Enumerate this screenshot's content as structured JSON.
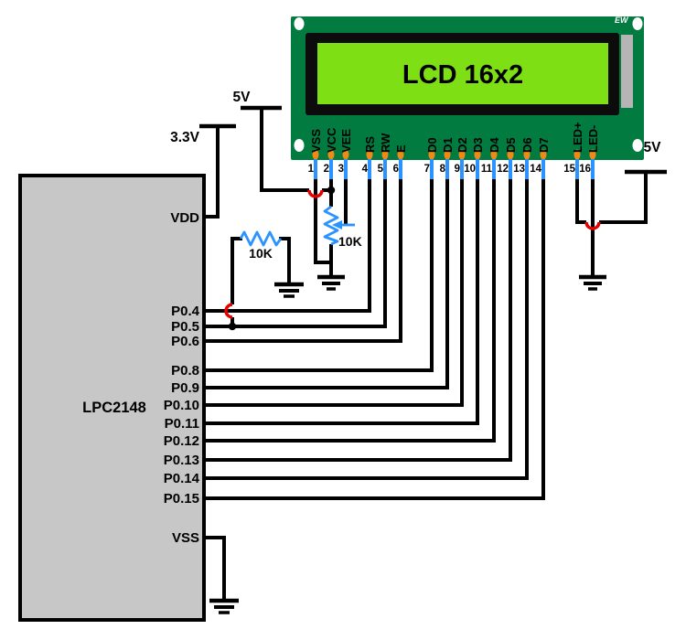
{
  "lcd": {
    "title": "LCD 16x2",
    "corner_label": "EW",
    "pins": [
      {
        "number": "1",
        "name": "VSS"
      },
      {
        "number": "2",
        "name": "VCC"
      },
      {
        "number": "3",
        "name": "VEE"
      },
      {
        "number": "4",
        "name": "RS"
      },
      {
        "number": "5",
        "name": "RW"
      },
      {
        "number": "6",
        "name": "E"
      },
      {
        "number": "7",
        "name": "D0"
      },
      {
        "number": "8",
        "name": "D1"
      },
      {
        "number": "9",
        "name": "D2"
      },
      {
        "number": "10",
        "name": "D3"
      },
      {
        "number": "11",
        "name": "D4"
      },
      {
        "number": "12",
        "name": "D5"
      },
      {
        "number": "13",
        "name": "D6"
      },
      {
        "number": "14",
        "name": "D7"
      },
      {
        "number": "15",
        "name": "LED+"
      },
      {
        "number": "16",
        "name": "LED-"
      }
    ]
  },
  "chip": {
    "label": "LPC2148",
    "pins": [
      {
        "label": "VDD"
      },
      {
        "label": "P0.4"
      },
      {
        "label": "P0.5"
      },
      {
        "label": "P0.6"
      },
      {
        "label": "P0.8"
      },
      {
        "label": "P0.9"
      },
      {
        "label": "P0.10"
      },
      {
        "label": "P0.11"
      },
      {
        "label": "P0.12"
      },
      {
        "label": "P0.13"
      },
      {
        "label": "P0.14"
      },
      {
        "label": "P0.15"
      },
      {
        "label": "VSS"
      }
    ]
  },
  "power": {
    "rail_33": "3.3V",
    "rail_5_left": "5V",
    "rail_5_right": "5V"
  },
  "components": {
    "pulldown_resistor_value": "10K",
    "contrast_pot_value": "10K"
  },
  "connections": [
    "VDD-3.3V",
    "VSS(chip)-GND",
    "LCD1 VSS-GND",
    "LCD2 VCC-5V",
    "LCD3 VEE-pot wiper",
    "P0.4-RS",
    "P0.5-RW",
    "P0.6-E",
    "P0.8-D0",
    "P0.9-D1",
    "P0.10-D2",
    "P0.11-D3",
    "P0.12-D4",
    "P0.13-D5",
    "P0.14-D6",
    "P0.15-D7",
    "LED+-5V",
    "LED--GND",
    "10K resistor: P0.5 to GND",
    "10K pot across VCC-GND"
  ],
  "colors": {
    "pcb_green": "#027B40",
    "screen_green": "#7EE014",
    "bezel_black": "#0C0C0C",
    "connector_gray": "#B5B5B5",
    "chip_gray": "#C7C7C7",
    "wire_black": "#000000",
    "pin_blue": "#2B93FF",
    "pad_orange": "#EF8A17",
    "hop_red": "#E60000"
  }
}
